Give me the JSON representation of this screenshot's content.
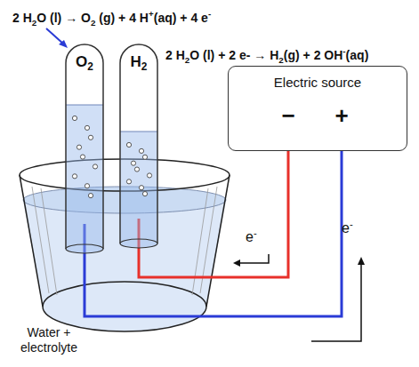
{
  "diagram": {
    "nodes": [
      {
        "text": [
          "O2"
        ]
      },
      {
        "text": [
          "H2"
        ]
      },
      {
        "text": [
          "Electric source",
          "−",
          "+"
        ]
      }
    ],
    "edges": [
      {
        "from": 2,
        "to": 1,
        "arrow": "none"
      },
      {
        "from": 2,
        "to": 0,
        "arrow": "none"
      }
    ],
    "labels": [
      "2 H2O (l) → O2 (g) + 4 H+(aq) + 4 e-",
      "2 H2O (l) + 2 e- → H2(g) + 2 OH-(aq)",
      "e-",
      "e-",
      "Water + electrolyte"
    ]
  }
}
